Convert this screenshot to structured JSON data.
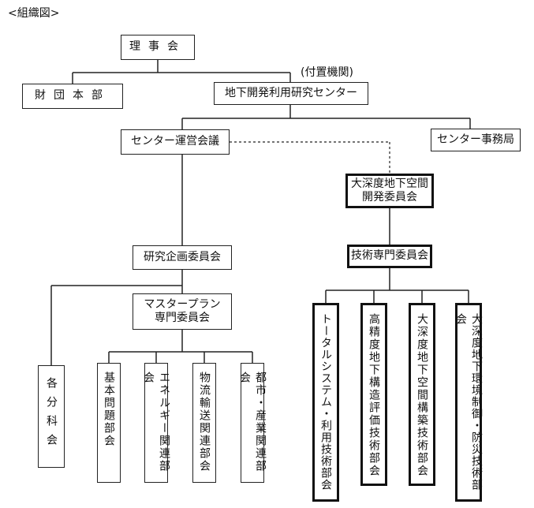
{
  "title": "<組織図>",
  "annotation": "(付置機関)",
  "nodes": {
    "board": "理事会",
    "foundation": "財団本部",
    "research_center": "地下開発利用研究センター",
    "center_meeting": "センター運営会議",
    "center_office": "センター事務局",
    "deep_dev_committee": "大深度地下空間\n開発委員会",
    "research_planning": "研究企画委員会",
    "technical_committee": "技術専門委員会",
    "masterplan": "マスタープラン\n専門委員会",
    "subcommittees": "各分科会",
    "basic_issues": "基本問題部会",
    "energy": "エネルギー関連部会",
    "logistics": "物流輸送関連部会",
    "urban_industry": "都市・産業関連部会",
    "total_system": "トータルシステム・利用技術部会",
    "precision_structure": "高精度地下構造評価技術部会",
    "space_construction": "大深度地下空間構築技術部会",
    "environment_control": "大深度地下環境制御・防災技術部会"
  }
}
